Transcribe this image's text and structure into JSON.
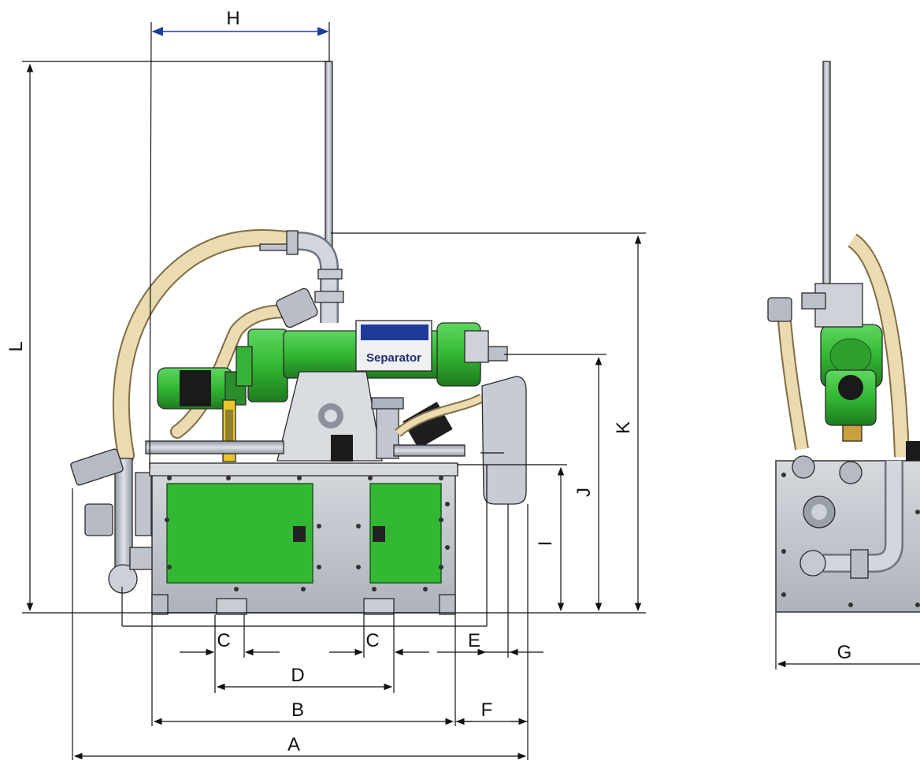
{
  "drawing": {
    "dimension_labels": {
      "A": "A",
      "B": "B",
      "C1": "C",
      "C2": "C",
      "D": "D",
      "E": "E",
      "F": "F",
      "G": "G",
      "H": "H",
      "I": "I",
      "J": "J",
      "K": "K",
      "L": "L"
    },
    "front_view": {
      "separator_brand": "Separator"
    }
  },
  "colors": {
    "machine_green": "#33b833",
    "dark_green": "#1f7a1f",
    "frame_gray": "#c9ccd2",
    "hose_tan": "#e9d7a8",
    "pipe_gray": "#b8bec8",
    "dim_line": "#111111",
    "h_dim_blue": "#1f3b9a",
    "motor_dark": "#1a1a1a",
    "label_yellow": "#e8c62a"
  }
}
